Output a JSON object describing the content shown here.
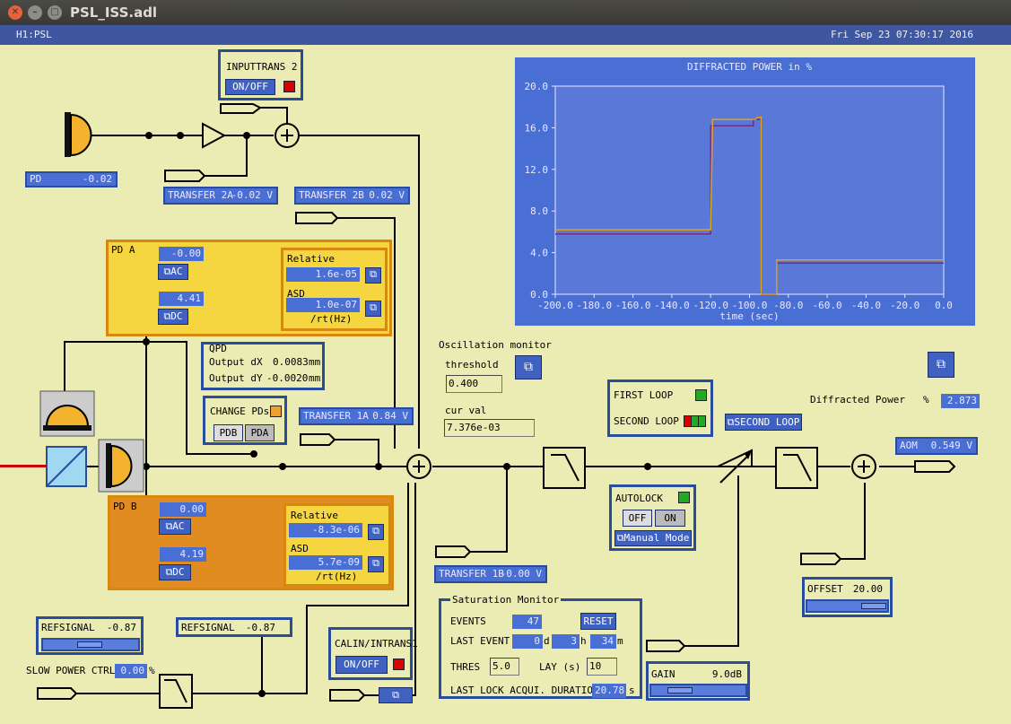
{
  "window": {
    "title": "PSL_ISS.adl"
  },
  "header": {
    "left": "H1:PSL",
    "right": "Fri Sep 23 07:30:17 2016"
  },
  "inputtrans2": {
    "title": "INPUTTRANS 2",
    "btn": "ON/OFF"
  },
  "pd": {
    "label": "PD",
    "value": "-0.02"
  },
  "transfer2a": {
    "label": "TRANSFER 2A",
    "value": "-0.02 V"
  },
  "transfer2b": {
    "label": "TRANSFER 2B",
    "value": "0.02 V"
  },
  "pda": {
    "title": "PD A",
    "ac_val": "-0.00",
    "ac_btn": "AC",
    "dc_val": "4.41",
    "dc_btn": "DC",
    "relative_label": "Relative",
    "relative_val": "1.6e-05",
    "asd_label": "ASD",
    "asd_val": "1.0e-07",
    "unit": "/rt(Hz)"
  },
  "qpd": {
    "title": "QPD",
    "dx_label": "Output dX",
    "dx_val": "0.0083",
    "dx_unit": "mm",
    "dy_label": "Output dY",
    "dy_val": "-0.0020",
    "dy_unit": "mm"
  },
  "changepds": {
    "title": "CHANGE PDs",
    "pdb": "PDB",
    "pda": "PDA"
  },
  "transfer1a": {
    "label": "TRANSFER 1A",
    "value": "0.84 V"
  },
  "pdb": {
    "title": "PD B",
    "ac_val": "0.00",
    "ac_btn": "AC",
    "dc_val": "4.19",
    "dc_btn": "DC",
    "relative_label": "Relative",
    "relative_val": "-8.3e-06",
    "asd_label": "ASD",
    "asd_val": "5.7e-09",
    "unit": "/rt(Hz)"
  },
  "refsignal1": {
    "label": "REFSIGNAL",
    "value": "-0.87"
  },
  "refsignal2": {
    "label": "REFSIGNAL",
    "value": "-0.87"
  },
  "slowpower": {
    "label": "SLOW POWER CTRL",
    "value": "0.00",
    "unit": "%"
  },
  "calin": {
    "title": "CALIN/INTRANS1",
    "btn": "ON/OFF"
  },
  "osc": {
    "title": "Oscillation monitor",
    "threshold_label": "threshold",
    "threshold_val": "0.400",
    "cur_label": "cur val",
    "cur_val": "7.376e-03"
  },
  "loops": {
    "first": "FIRST LOOP",
    "second": "SECOND LOOP",
    "second_btn": "SECOND LOOP"
  },
  "diffracted": {
    "label": "Diffracted Power",
    "unit": "%",
    "value": "2.873"
  },
  "aom": {
    "label": "AOM",
    "value": "0.549 V"
  },
  "autolock": {
    "title": "AUTOLOCK",
    "off": "OFF",
    "on": "ON",
    "manual": "Manual Mode"
  },
  "transfer1b": {
    "label": "TRANSFER 1B",
    "value": "-0.00 V"
  },
  "offset": {
    "label": "OFFSET",
    "value": "20.00"
  },
  "gain": {
    "label": "GAIN",
    "value": "9.0dB"
  },
  "saturation": {
    "title": "Saturation Monitor",
    "events_label": "EVENTS",
    "events_val": "47",
    "reset": "RESET",
    "last_event_label": "LAST EVENT",
    "d_val": "0",
    "d_unit": "d",
    "h_val": "3",
    "h_unit": "h",
    "m_val": "34",
    "m_unit": "m",
    "thres_label": "THRES",
    "thres_val": "5.0",
    "lay_label": "LAY (s)",
    "lay_val": "10",
    "lock_label": "LAST LOCK ACQUI. DURATION",
    "lock_val": "20.78",
    "lock_unit": "s"
  },
  "colors": {
    "bg": "#ebebb4",
    "blue": "#4a6fd4",
    "red": "#dd0000",
    "green": "#22aa22",
    "orange": "#f0a030",
    "yellow": "#f5d640"
  },
  "chart_data": {
    "type": "line",
    "title": "DIFFRACTED POWER in %",
    "xlabel": "time (sec)",
    "ylabel": "",
    "xlim": [
      -200,
      0
    ],
    "ylim": [
      0,
      20
    ],
    "xticks": [
      "-200.0",
      "-180.0",
      "-160.0",
      "-140.0",
      "-120.0",
      "-100.0",
      "-80.0",
      "-60.0",
      "-40.0",
      "-20.0",
      "0.0"
    ],
    "yticks": [
      "0.0",
      "4.0",
      "8.0",
      "12.0",
      "16.0",
      "20.0"
    ],
    "series": [
      {
        "color": "#7a2a7a",
        "x": [
          -200,
          -120,
          -120,
          -98,
          -98,
          -94,
          -94,
          -86,
          -86,
          0
        ],
        "y": [
          5.8,
          5.8,
          16.2,
          16.2,
          16.8,
          16.8,
          0,
          0,
          3,
          3
        ]
      },
      {
        "color": "#e0a020",
        "x": [
          -200,
          -120,
          -119,
          -97,
          -96,
          -94,
          -94,
          -86,
          -86,
          0
        ],
        "y": [
          6.2,
          6.2,
          16.8,
          16.8,
          17,
          17,
          0,
          0,
          3.3,
          3.3
        ]
      }
    ]
  }
}
